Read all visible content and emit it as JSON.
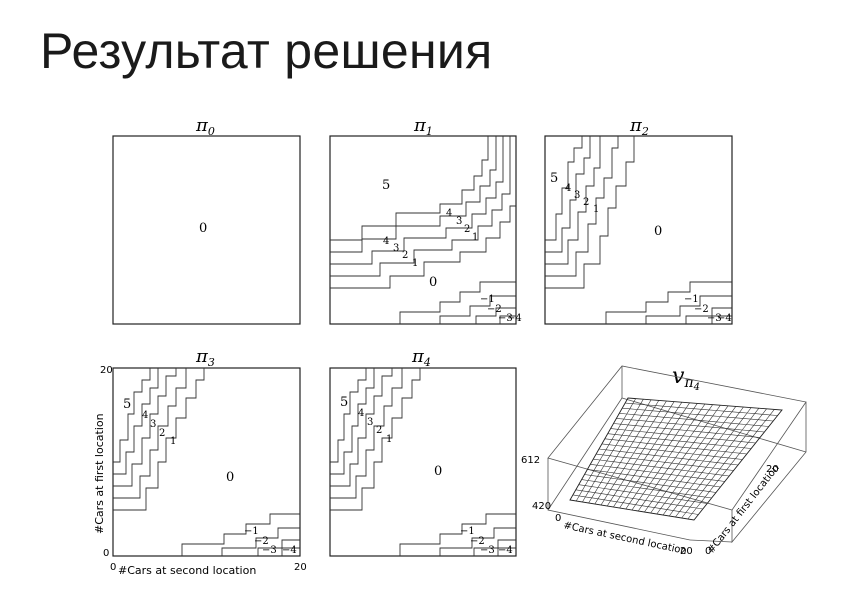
{
  "slide": {
    "title": "Результат решения"
  },
  "panels": [
    {
      "symbol": "π",
      "subscript": "0",
      "labels": [
        "0"
      ]
    },
    {
      "symbol": "π",
      "subscript": "1",
      "labels": [
        "5",
        "4",
        "3",
        "2",
        "1",
        "4",
        "3",
        "2",
        "1",
        "0",
        "−1",
        "−2",
        "−3",
        "−4"
      ]
    },
    {
      "symbol": "π",
      "subscript": "2",
      "labels": [
        "5",
        "4",
        "3",
        "2",
        "1",
        "0",
        "−1",
        "−2",
        "−3",
        "−4"
      ]
    },
    {
      "symbol": "π",
      "subscript": "3",
      "labels": [
        "5",
        "4",
        "3",
        "2",
        "1",
        "0",
        "−1",
        "−2",
        "−3",
        "−4"
      ]
    },
    {
      "symbol": "π",
      "subscript": "4",
      "labels": [
        "5",
        "4",
        "3",
        "2",
        "1",
        "0",
        "−1",
        "−2",
        "−3",
        "−4"
      ]
    }
  ],
  "axes": {
    "y_title": "#Cars at first location",
    "x_title": "#Cars at second location",
    "y_max": "20",
    "y_min": "0",
    "x_min": "0",
    "x_max": "20"
  },
  "surface": {
    "symbol": "v",
    "subscript": "π",
    "subsubscript": "4",
    "z_max": "612",
    "z_min": "420",
    "x_title": "#Cars at second location",
    "x_min": "0",
    "x_max": "20",
    "y_title": "#Cars at first location",
    "y_min": "0",
    "y_max": "20"
  }
}
